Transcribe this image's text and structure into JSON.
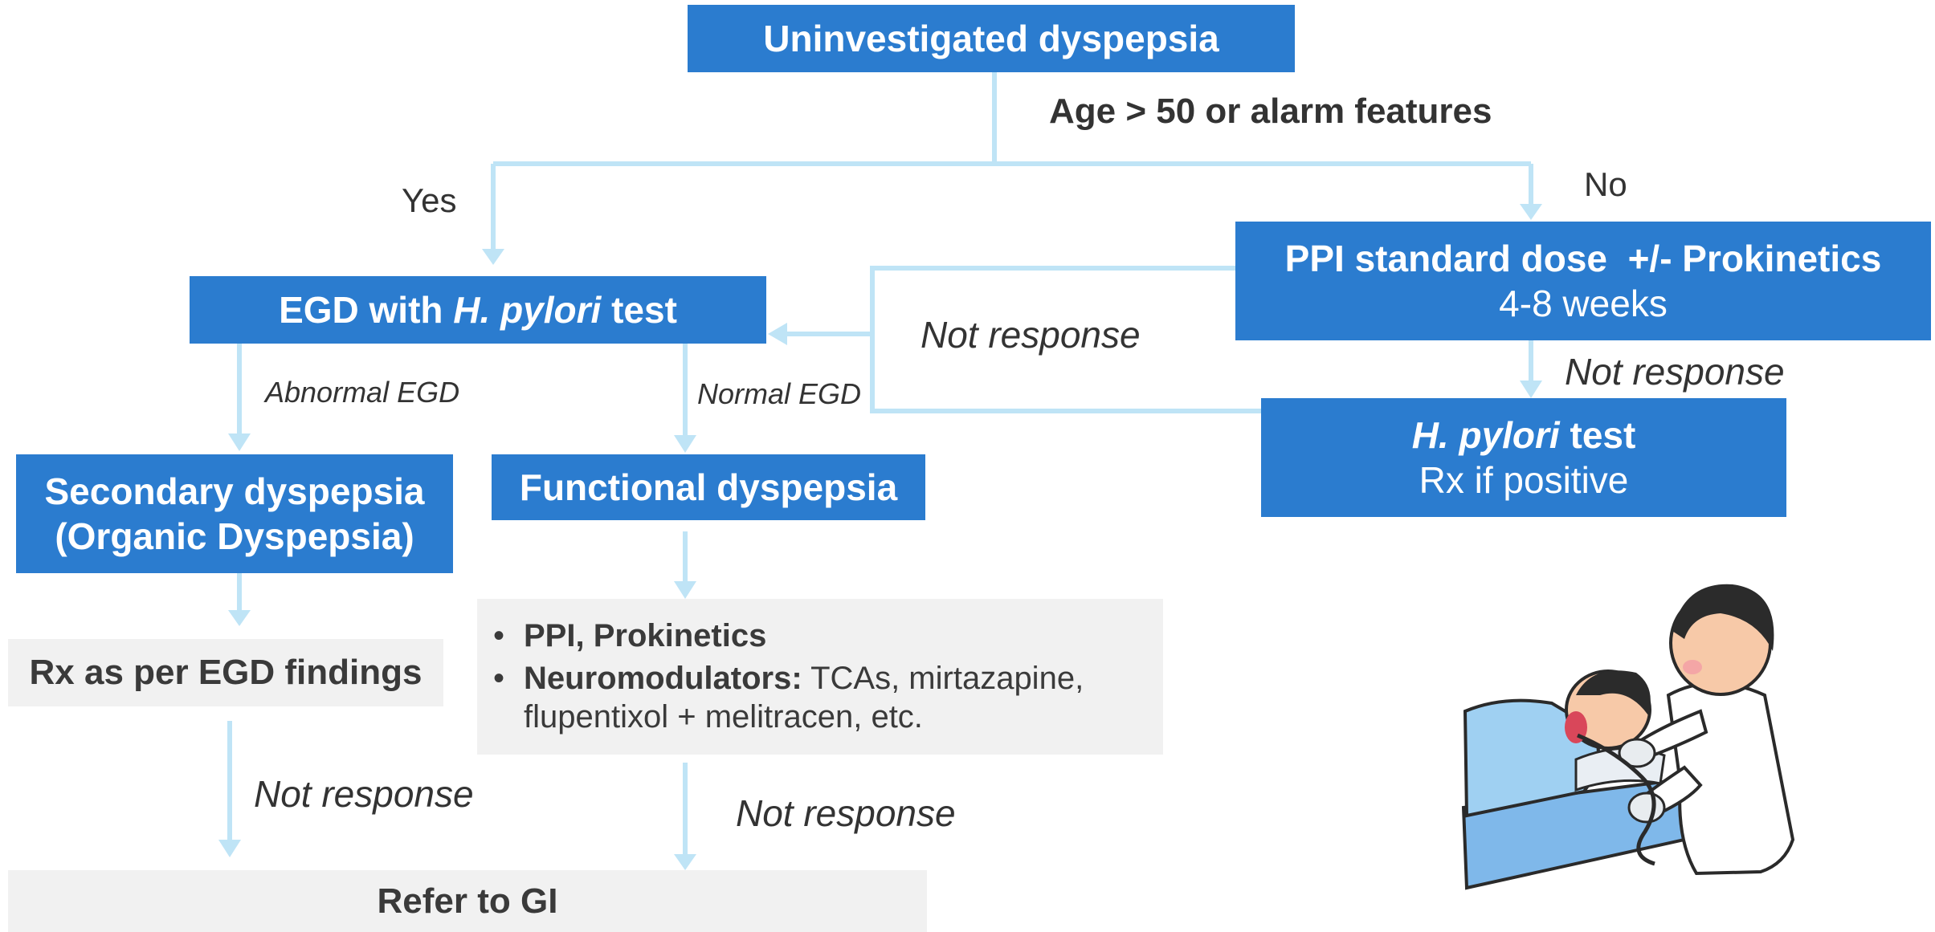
{
  "nodes": {
    "start": "Uninvestigated dyspepsia",
    "egd": {
      "prefix": "EGD with ",
      "organism": "H. pylori",
      "suffix": " test"
    },
    "ppi": {
      "line1": "PPI standard dose  +/- Prokinetics",
      "line2": "4-8 weeks"
    },
    "hpylori": {
      "organism": "H. pylori",
      "suffix": " test",
      "line2": "Rx if positive"
    },
    "secondary": {
      "line1": "Secondary dyspepsia",
      "line2": "(Organic Dyspepsia)"
    },
    "functional": "Functional dyspepsia",
    "rx_egd": "Rx as per EGD findings",
    "treatment": {
      "item1": "PPI, Prokinetics",
      "item2_label": "Neuromodulators:",
      "item2_text": " TCAs, mirtazapine, flupentixol + melitracen, etc."
    },
    "refer": "Refer to GI"
  },
  "labels": {
    "decision": "Age > 50 or alarm features",
    "yes": "Yes",
    "no": "No",
    "abnormal_egd": "Abnormal EGD",
    "normal_egd": "Normal EGD",
    "not_response_loop": "Not response",
    "not_response_ppi": "Not response",
    "not_response_left": "Not response",
    "not_response_mid": "Not response"
  },
  "illustration": "endoscopy-patient-doctor-icon",
  "colors": {
    "box_blue": "#2b7ccf",
    "arrow": "#bfe4f6",
    "box_gray": "#f1f1f1",
    "text": "#333333"
  }
}
